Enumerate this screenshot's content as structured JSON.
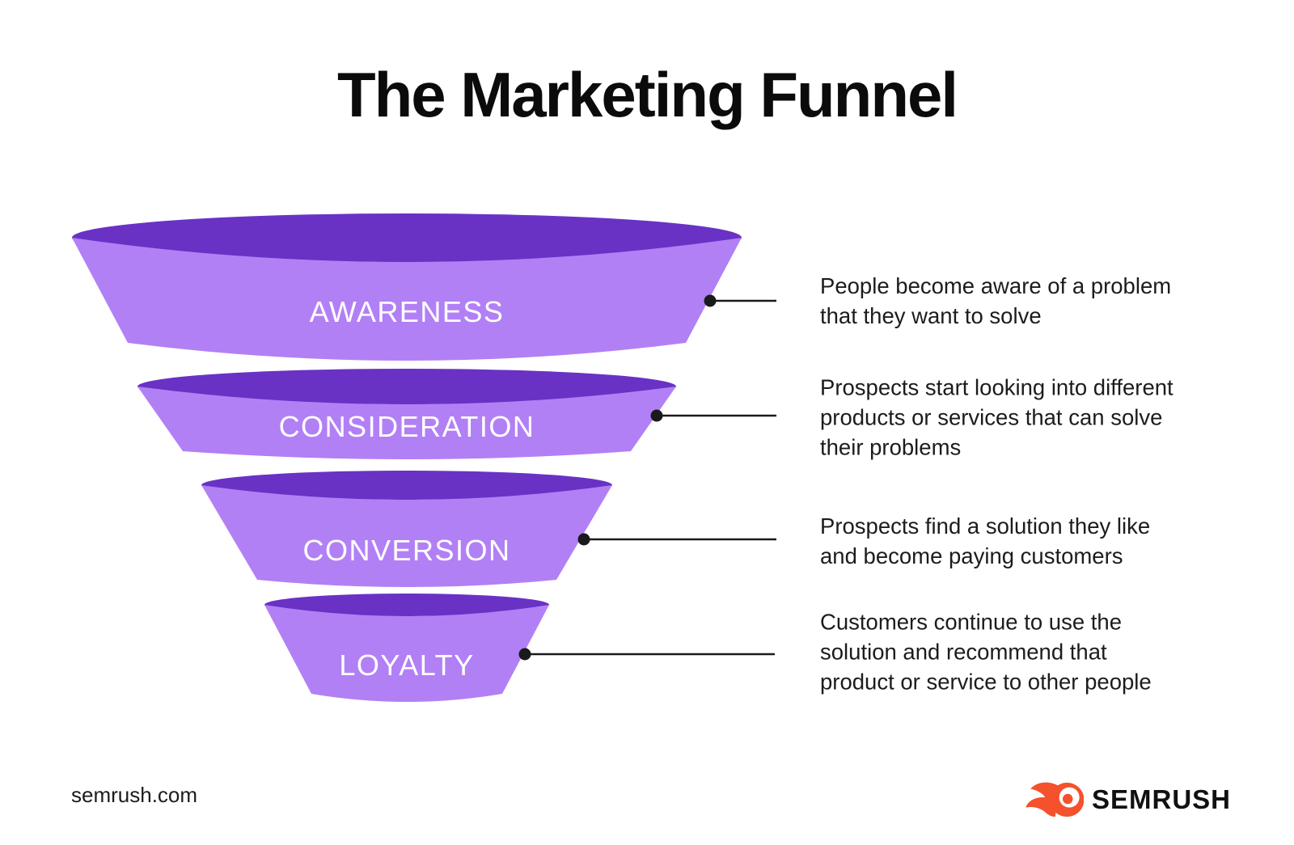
{
  "title": "The Marketing Funnel",
  "funnel": {
    "stages": [
      {
        "label": "AWARENESS",
        "description": "People become aware of a problem\nthat they want to solve"
      },
      {
        "label": "CONSIDERATION",
        "description": "Prospects start looking into different\nproducts or services that can solve\ntheir problems"
      },
      {
        "label": "CONVERSION",
        "description": "Prospects find a solution they like\nand become paying customers"
      },
      {
        "label": "LOYALTY",
        "description": "Customers continue to use the\nsolution and recommend that\nproduct or service to other people"
      }
    ]
  },
  "footer": {
    "website": "semrush.com",
    "brand": "SEMRUSH"
  },
  "colors": {
    "funnel_top": "#6932c5",
    "funnel_body": "#b280f5",
    "label_text": "#ffffff",
    "text_dark": "#1c1c1c",
    "title_color": "#0b0b0b",
    "brand_orange": "#f4512c",
    "connector": "#1a1a1a",
    "background": "#ffffff"
  }
}
